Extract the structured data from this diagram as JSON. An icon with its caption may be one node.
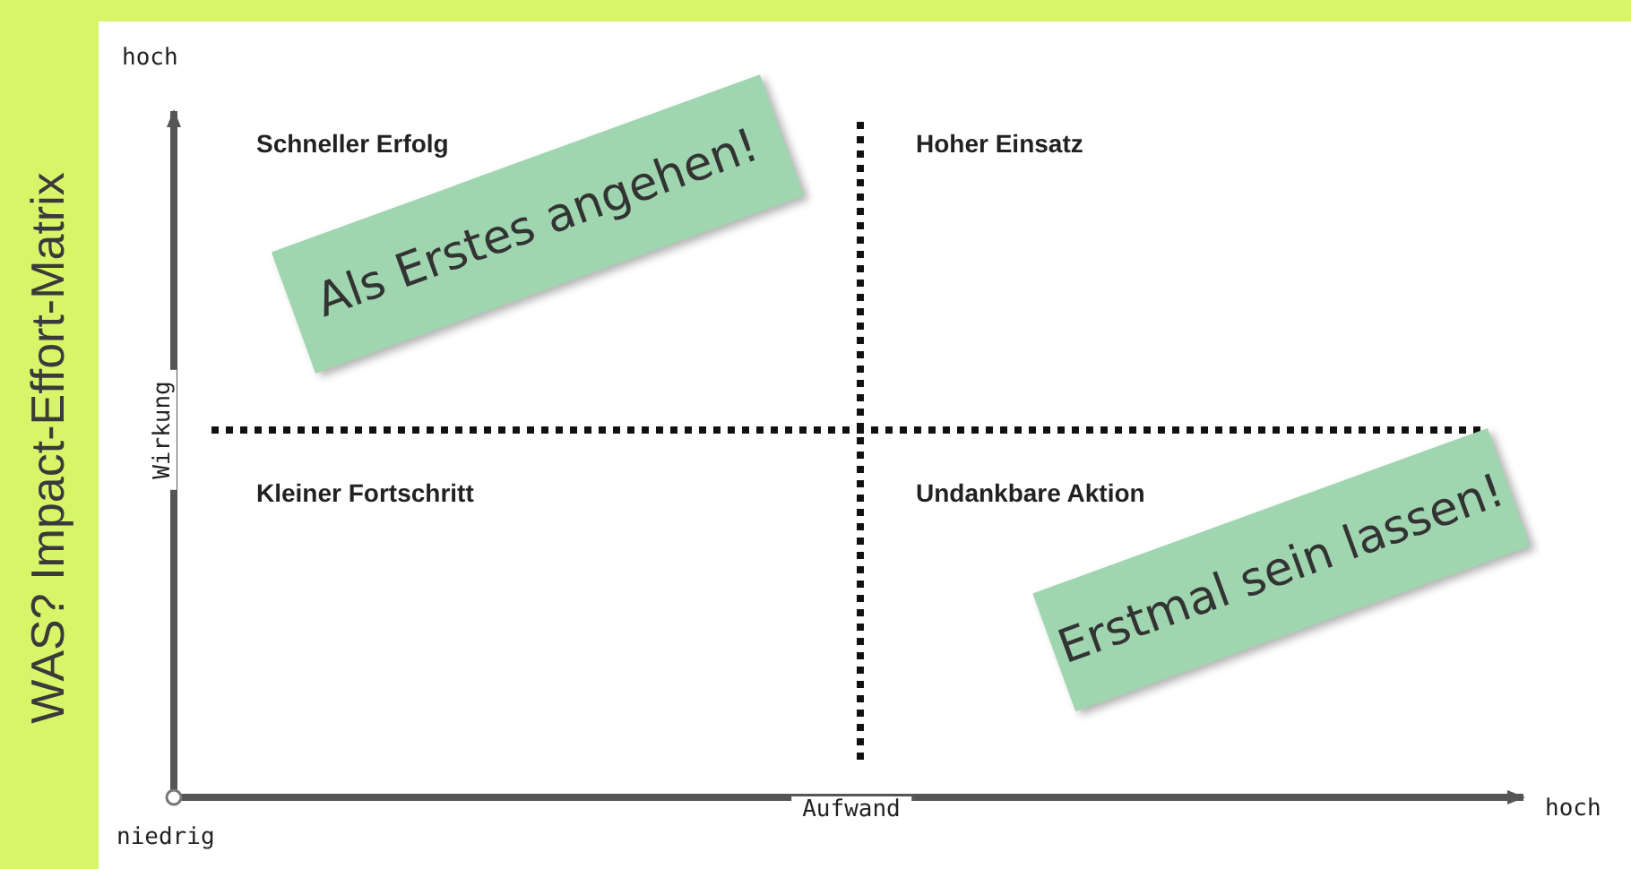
{
  "diagram": {
    "title": "WAS? Impact-Effort-Matrix",
    "nodes": [
      {
        "text": [
          "Als Erstes angehen!"
        ]
      },
      {
        "text": [
          "Erstmal sein lassen!"
        ]
      }
    ],
    "labels": [
      "hoch",
      "Schneller Erfolg",
      "Hoher Einsatz",
      "Wirkung",
      "Kleiner Fortschritt",
      "Undankbare Aktion",
      "Aufwand",
      "hoch",
      "niedrig"
    ]
  }
}
